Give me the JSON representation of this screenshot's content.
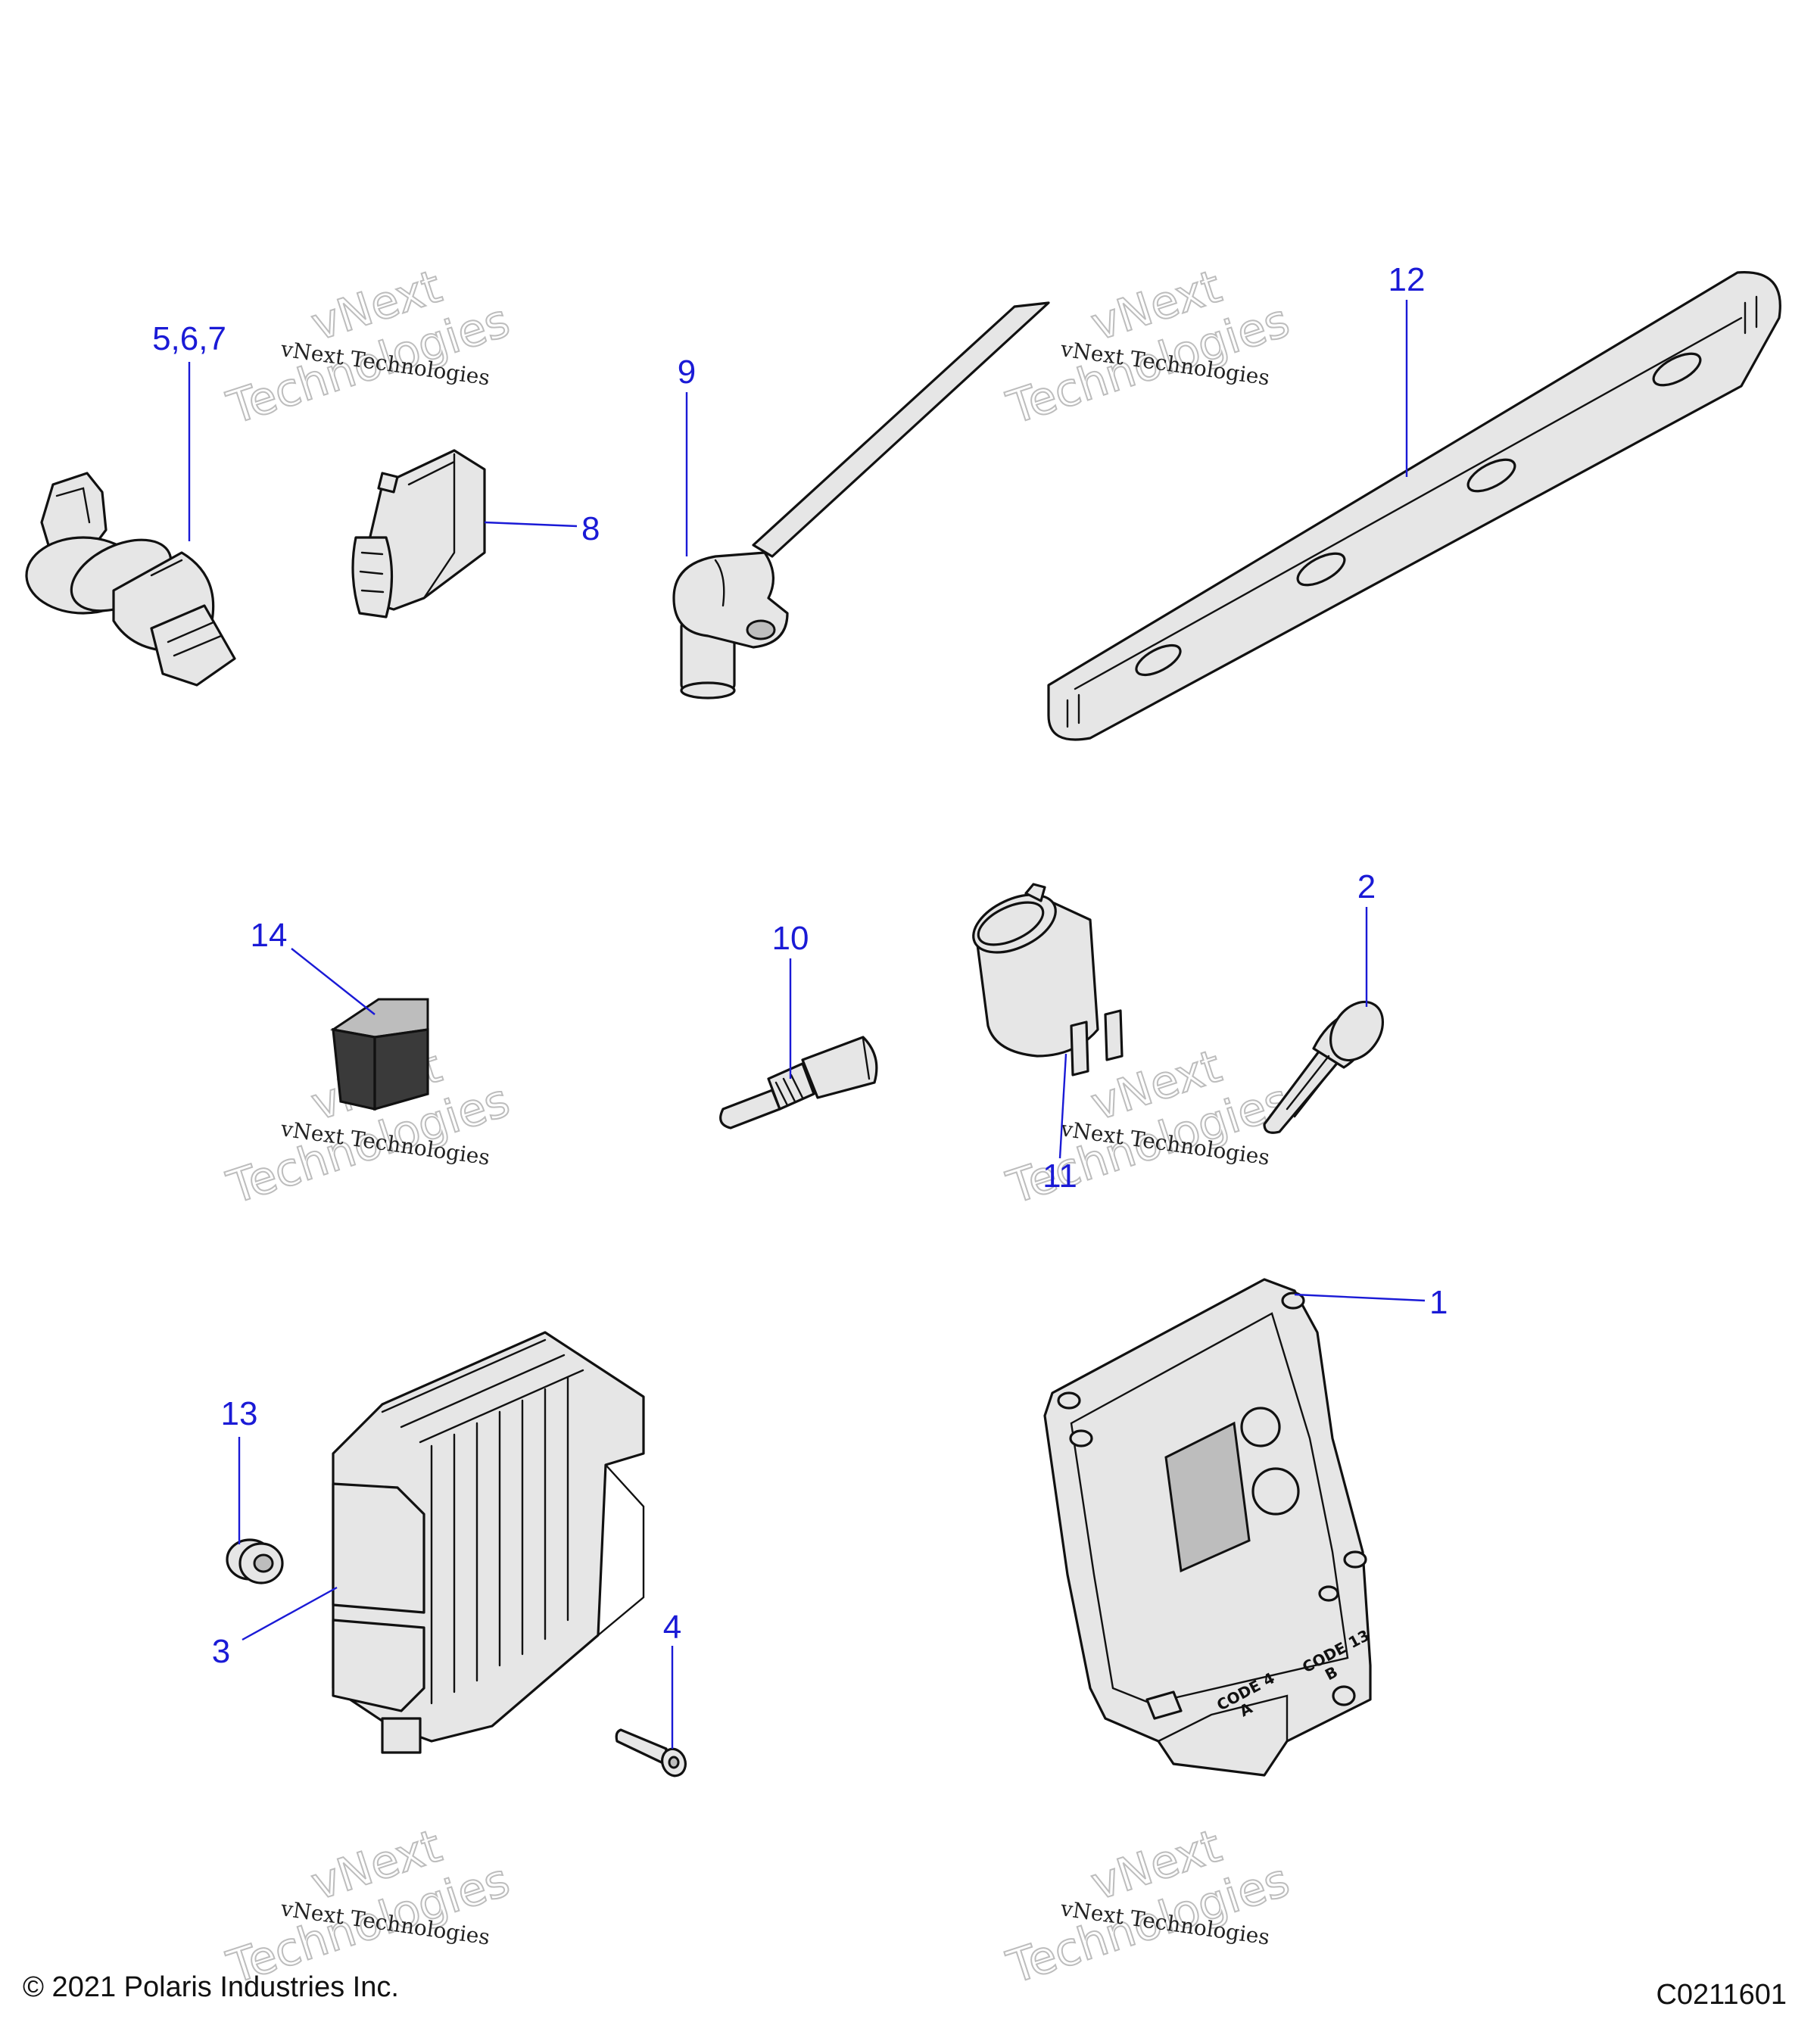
{
  "callouts": {
    "c1": "1",
    "c2": "2",
    "c3": "3",
    "c4": "4",
    "c567": "5,6,7",
    "c8": "8",
    "c9": "9",
    "c10": "10",
    "c11": "11",
    "c12": "12",
    "c13": "13",
    "c14": "14"
  },
  "watermark": {
    "line1": "vNext Technologies",
    "big_a": "vNext",
    "big_b": "Technologies"
  },
  "ecu_labels": {
    "code4": "CODE 4",
    "a": "A",
    "code13": "CODE 13",
    "b": "B"
  },
  "footer": {
    "copyright": "© 2021 Polaris Industries Inc.",
    "drawing_code": "C0211601"
  },
  "colors": {
    "callout": "#1a1ad6",
    "line": "#111111",
    "part_fill": "#e6e6e6"
  }
}
